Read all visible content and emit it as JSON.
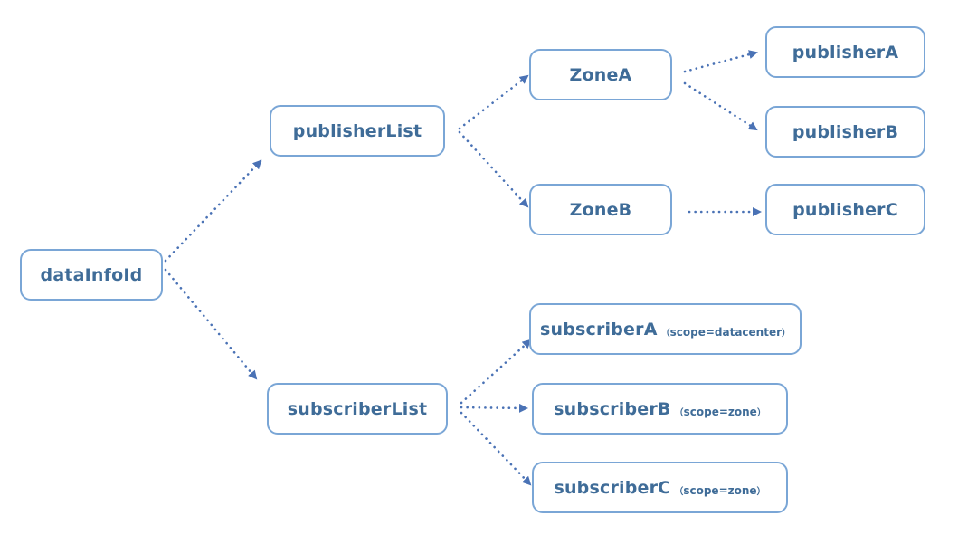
{
  "diagram": {
    "nodes": {
      "root": {
        "label": "dataInfoId"
      },
      "publisher_list": {
        "label": "publisherList"
      },
      "subscriber_list": {
        "label": "subscriberList"
      },
      "zone_a": {
        "label": "ZoneA"
      },
      "zone_b": {
        "label": "ZoneB"
      },
      "publisher_a": {
        "label": "publisherA"
      },
      "publisher_b": {
        "label": "publisherB"
      },
      "publisher_c": {
        "label": "publisherC"
      },
      "subscriber_a": {
        "label": "subscriberA",
        "scope": "scope=datacenter"
      },
      "subscriber_b": {
        "label": "subscriberB",
        "scope": "scope=zone"
      },
      "subscriber_c": {
        "label": "subscriberC",
        "scope": "scope=zone"
      }
    },
    "edges": [
      {
        "from": "root",
        "to": "publisher_list"
      },
      {
        "from": "root",
        "to": "subscriber_list"
      },
      {
        "from": "publisher_list",
        "to": "zone_a"
      },
      {
        "from": "publisher_list",
        "to": "zone_b"
      },
      {
        "from": "zone_a",
        "to": "publisher_a"
      },
      {
        "from": "zone_a",
        "to": "publisher_b"
      },
      {
        "from": "zone_b",
        "to": "publisher_c"
      },
      {
        "from": "subscriber_list",
        "to": "subscriber_a"
      },
      {
        "from": "subscriber_list",
        "to": "subscriber_b"
      },
      {
        "from": "subscriber_list",
        "to": "subscriber_c"
      }
    ],
    "colors": {
      "border": "#7aa6d6",
      "text": "#3f6c98",
      "arrow": "#4a72b5"
    }
  }
}
